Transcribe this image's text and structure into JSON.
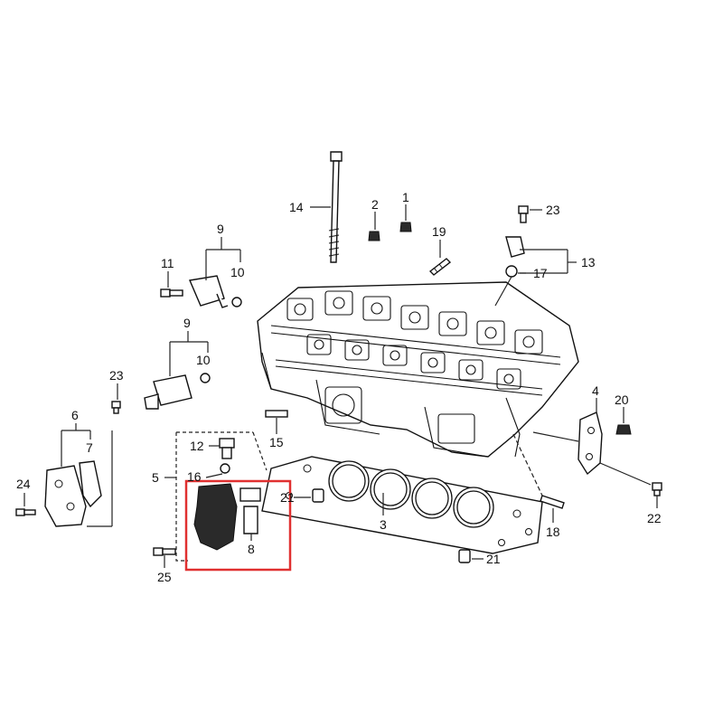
{
  "diagram": {
    "highlight_color": "#e03030",
    "callouts": {
      "c1": "1",
      "c2": "2",
      "c3": "3",
      "c4": "4",
      "c5": "5",
      "c6": "6",
      "c7": "7",
      "c8": "8",
      "c9a": "9",
      "c9b": "9",
      "c10a": "10",
      "c10b": "10",
      "c11": "11",
      "c12": "12",
      "c13": "13",
      "c14": "14",
      "c15": "15",
      "c16": "16",
      "c17": "17",
      "c18": "18",
      "c19": "19",
      "c20": "20",
      "c21a": "21",
      "c21b": "21",
      "c22": "22",
      "c23a": "23",
      "c23b": "23",
      "c24": "24",
      "c25": "25"
    }
  }
}
